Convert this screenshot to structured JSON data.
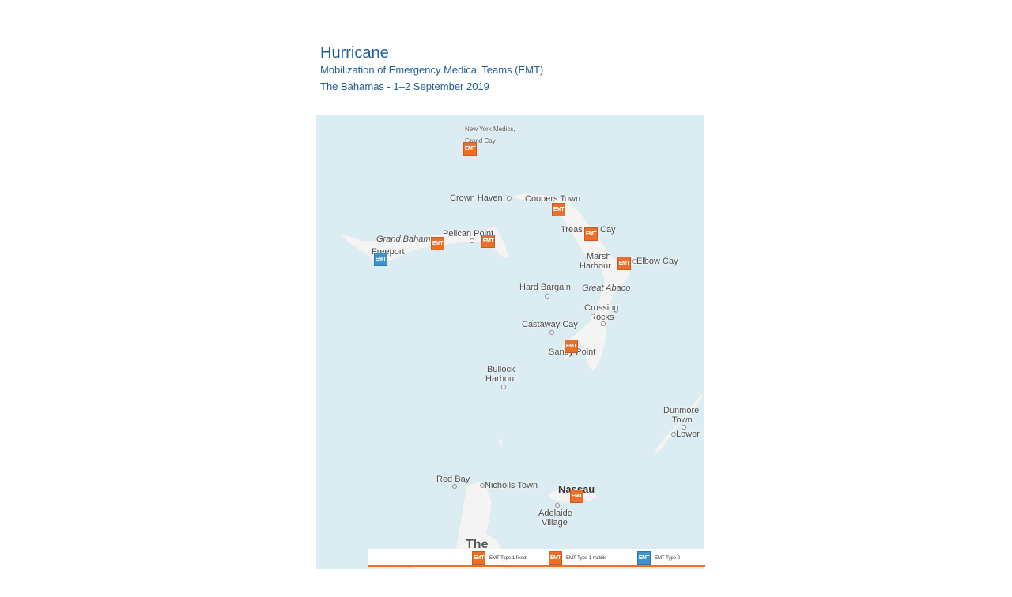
{
  "header": {
    "title": "Hurricane",
    "subtitle": "Mobilization of Emergency Medical Teams (EMT)",
    "dateline": "The Bahamas - 1–2 September 2019"
  },
  "map": {
    "labels": {
      "new_york_medics_1": "New York Medics,",
      "new_york_medics_2": "Grand Cay",
      "crown_haven": "Crown Haven",
      "coopers_town": "Coopers Town",
      "treasure_cay_1": "Treas",
      "treasure_cay_2": "Cay",
      "grand_bahama": "Grand Baham",
      "pelican_point": "Pelican Point",
      "freeport": "Freeport",
      "marsh_harbour_1": "Marsh",
      "marsh_harbour_2": "Harbour",
      "elbow_cay": "Elbow Cay",
      "hard_bargain": "Hard Bargain",
      "great_abaco": "Great Abaco",
      "crossing_rocks_1": "Crossing",
      "crossing_rocks_2": "Rocks",
      "castaway_cay": "Castaway Cay",
      "sandy_point": "Sandy Point",
      "bullock_harbour_1": "Bullock",
      "bullock_harbour_2": "Harbour",
      "dunmore_town_1": "Dunmore",
      "dunmore_town_2": "Town",
      "lower": "Lower",
      "red_bay": "Red Bay",
      "nicholls_town": "Nicholls Town",
      "nassau": "Nassau",
      "adelaide_village_1": "Adelaide",
      "adelaide_village_2": "Village",
      "the": "The"
    },
    "marker_text": "EMT",
    "colors": {
      "water": "#dbecf2",
      "land": "#f4f4f4",
      "type1": "#e8702a",
      "type2": "#3c93cf"
    }
  },
  "legend": {
    "items": [
      {
        "label": "EMT Type 1 fixed",
        "type": "type1"
      },
      {
        "label": "EMT Type 1 mobile",
        "type": "type1"
      },
      {
        "label": "EMT Type 2",
        "type": "type2"
      }
    ]
  }
}
